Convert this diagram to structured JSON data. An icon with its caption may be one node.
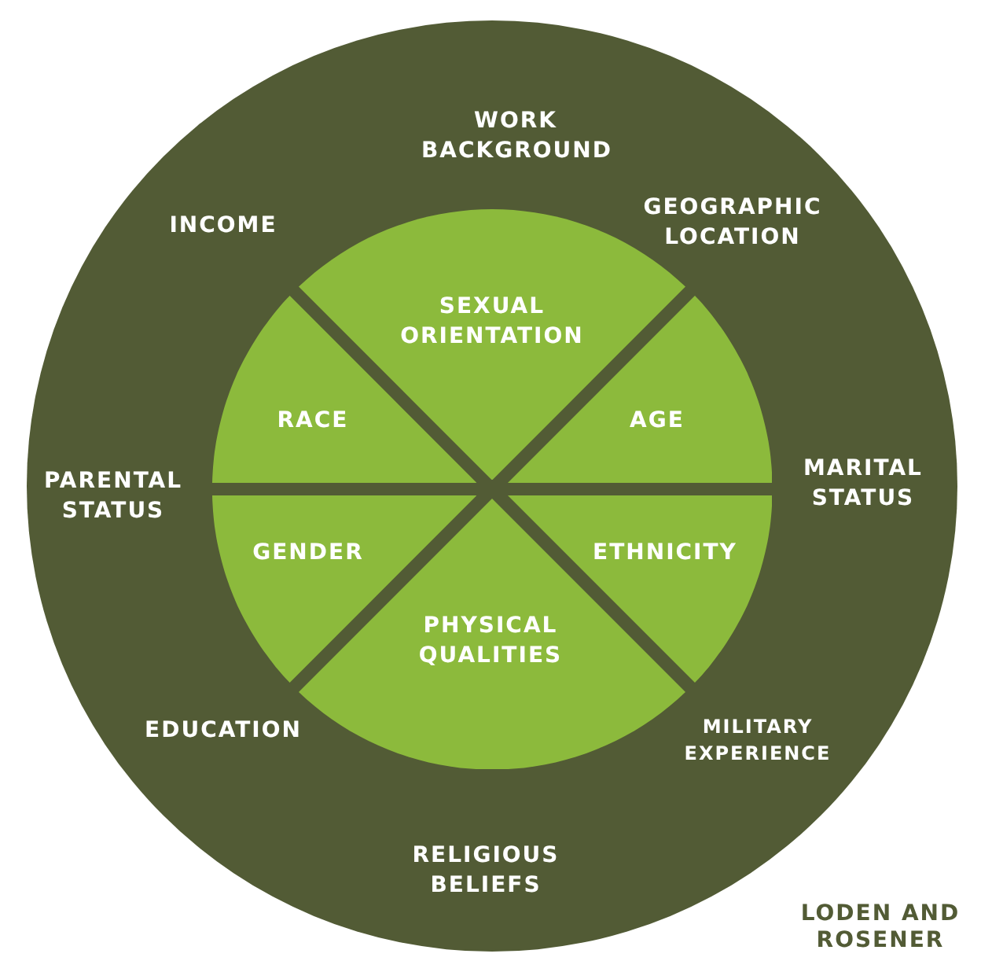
{
  "diagram": {
    "nodes": [
      {
        "text": [],
        "shape": "circle"
      },
      {
        "text": [
          "SEXUAL ORIENTATION"
        ],
        "in": 0
      },
      {
        "text": [
          "RACE"
        ],
        "in": 0
      },
      {
        "text": [
          "AGE"
        ],
        "in": 0
      },
      {
        "text": [
          "GENDER"
        ],
        "in": 0
      },
      {
        "text": [
          "ETHNICITY"
        ],
        "in": 0
      },
      {
        "text": [
          "PHYSICAL QUALITIES"
        ],
        "in": 0
      }
    ],
    "edges": [],
    "labels": [
      "WORK BACKGROUND",
      "INCOME",
      "GEOGRAPHIC LOCATION",
      "PARENTAL STATUS",
      "MARITAL STATUS",
      "EDUCATION",
      "MILITARY EXPERIENCE",
      "RELIGIOUS BELIEFS",
      "LODEN AND ROSENER"
    ]
  }
}
